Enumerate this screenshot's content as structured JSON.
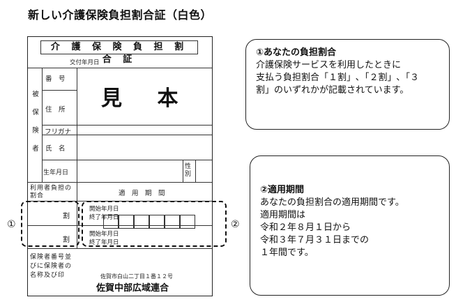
{
  "page_title": "新しい介護保険負担割合証（白色）",
  "card": {
    "title": "介 護 保 険 負 担 割 合 証",
    "issue_date_label": "交付年月日",
    "insured_label": "被保険者",
    "number_label": "番　号",
    "address_label": "住　所",
    "furigana_label": "フリガナ",
    "name_label": "氏　名",
    "dob_label": "生年月日",
    "sex_label": "性別",
    "burden_ratio_label": "利用者負担の割合",
    "period_label": "適　用　期　間",
    "wari_1": "割",
    "wari_2": "割",
    "start_label_1": "開始年月日",
    "end_label_1": "終了年月日",
    "start_label_2": "開始年月日",
    "end_label_2": "終了年月日",
    "insurer_label": "保険者番号並びに保険者の名称及び印",
    "insurer_address": "佐賀市白山二丁目１番１２号",
    "insurer_name": "佐賀中部広域連合",
    "watermark": "見 本"
  },
  "markers": {
    "left": "①",
    "right": "②"
  },
  "callout_1": {
    "heading": "①あなたの負担割合",
    "lines": [
      "介護保険サービスを利用したときに",
      "支払う負担割合「１割」､「２割」､「３",
      "割」のいずれかが記載されています。"
    ]
  },
  "callout_2": {
    "heading": "②適用期間",
    "lines": [
      "あなたの負担割合の適用期間です。",
      "適用期間は",
      "令和２年８月１日から",
      "令和３年７月３１日までの",
      "１年間です。"
    ]
  }
}
